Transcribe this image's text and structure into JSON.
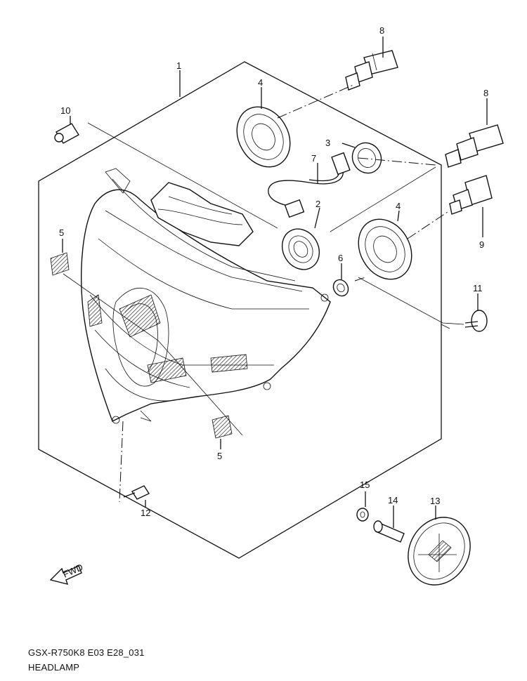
{
  "caption": {
    "code": "GSX-R750K8 E03 E28_031",
    "title": "HEADLAMP"
  },
  "callouts": [
    {
      "id": "1",
      "label": "1"
    },
    {
      "id": "2",
      "label": "2"
    },
    {
      "id": "3",
      "label": "3"
    },
    {
      "id": "4a",
      "label": "4"
    },
    {
      "id": "4b",
      "label": "4"
    },
    {
      "id": "5a",
      "label": "5"
    },
    {
      "id": "5b",
      "label": "5"
    },
    {
      "id": "6",
      "label": "6"
    },
    {
      "id": "7",
      "label": "7"
    },
    {
      "id": "8a",
      "label": "8"
    },
    {
      "id": "8b",
      "label": "8"
    },
    {
      "id": "9",
      "label": "9"
    },
    {
      "id": "10",
      "label": "10"
    },
    {
      "id": "11",
      "label": "11"
    },
    {
      "id": "12",
      "label": "12"
    },
    {
      "id": "13",
      "label": "13"
    },
    {
      "id": "14",
      "label": "14"
    },
    {
      "id": "15",
      "label": "15"
    }
  ],
  "fwd_label": "FWD",
  "icons": {
    "forward_arrow": "fwd-arrow-icon"
  }
}
